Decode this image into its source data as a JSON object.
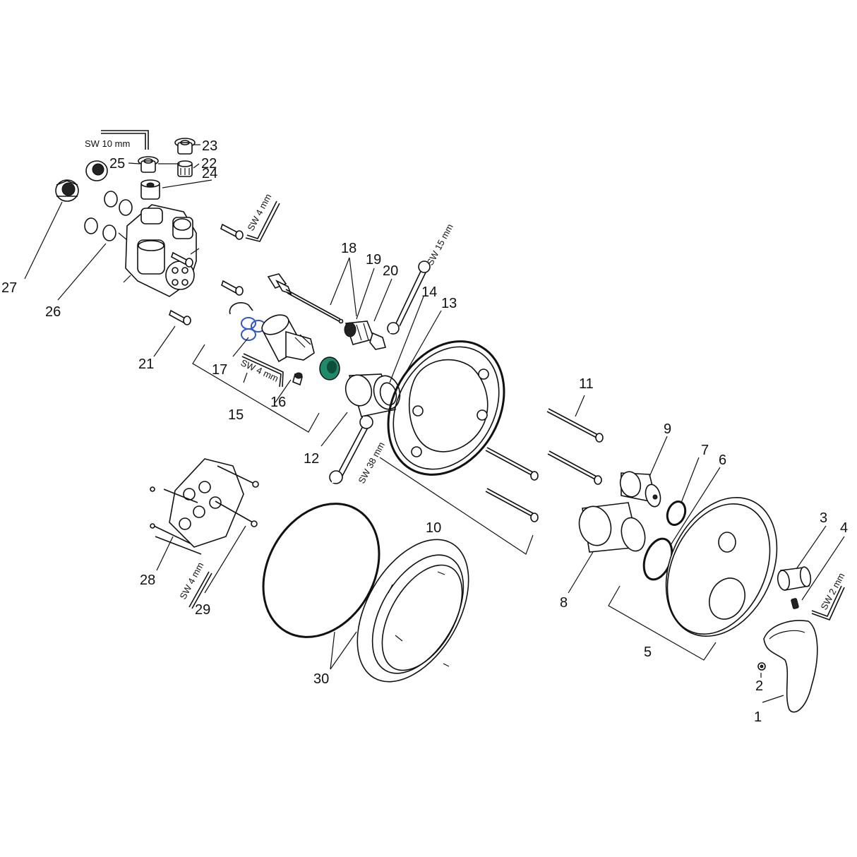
{
  "labels": {
    "n1": "1",
    "n2": "2",
    "n3": "3",
    "n4": "4",
    "n5": "5",
    "n6": "6",
    "n7": "7",
    "n8": "8",
    "n9": "9",
    "n10": "10",
    "n11": "11",
    "n12": "12",
    "n13": "13",
    "n14": "14",
    "n15": "15",
    "n16": "16",
    "n17": "17",
    "n18": "18",
    "n19": "19",
    "n20": "20",
    "n21": "21",
    "n22": "22",
    "n23": "23",
    "n24": "24",
    "n25": "25",
    "n26": "26",
    "n27": "27",
    "n28": "28",
    "n29": "29",
    "n30": "30"
  },
  "tools": {
    "sw10": "SW 10 mm",
    "sw4_top": "SW 4 mm",
    "sw15": "SW 15 mm",
    "sw4_mid": "SW 4 mm",
    "sw38": "SW 38 mm",
    "sw4_low": "SW 4 mm",
    "sw2": "SW 2 mm"
  },
  "colors": {
    "line": "#111111",
    "oring_blue": "#3355cc",
    "ring_green": "#1f8a6a"
  }
}
